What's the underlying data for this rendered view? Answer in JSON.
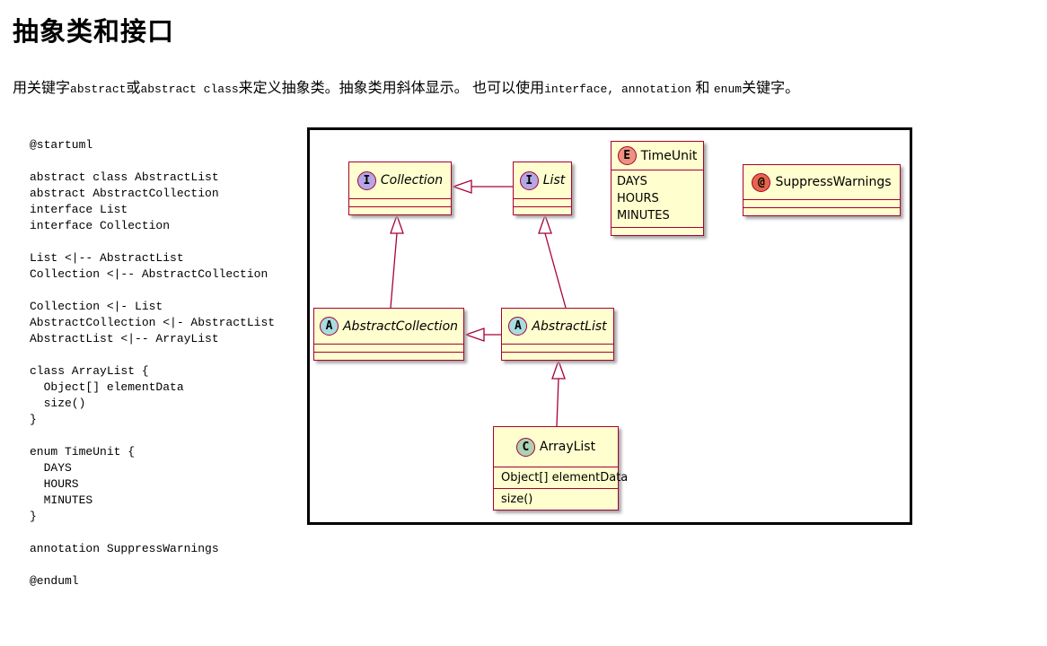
{
  "page": {
    "title": "抽象类和接口"
  },
  "intro": {
    "part1": "用关键字",
    "code1": "abstract",
    "part2": "或",
    "code2": "abstract class",
    "part3": "来定义抽象类。抽象类用斜体显示。 也可以使用",
    "code3": "interface, annotation",
    "part4": " 和 ",
    "code4": "enum",
    "part5": "关键字。"
  },
  "code": {
    "text": "@startuml\n\nabstract class AbstractList\nabstract AbstractCollection\ninterface List\ninterface Collection\n\nList <|-- AbstractList\nCollection <|-- AbstractCollection\n\nCollection <|- List\nAbstractCollection <|- AbstractList\nAbstractList <|-- ArrayList\n\nclass ArrayList {\n  Object[] elementData\n  size()\n}\n\nenum TimeUnit {\n  DAYS\n  HOURS\n  MINUTES\n}\n\nannotation SuppressWarnings\n\n@enduml"
  },
  "diagram": {
    "colors": {
      "box_fill": "#FEFECE",
      "box_border": "#A80036",
      "spot_interface": "#B4A7E5",
      "spot_abstract": "#A9DCDF",
      "spot_class": "#ADD1B2",
      "spot_enum": "#EB937F",
      "spot_annotation": "#E3664A",
      "frame_border": "#000000"
    },
    "classes": {
      "collection": {
        "spot": "I",
        "name": "Collection"
      },
      "list": {
        "spot": "I",
        "name": "List"
      },
      "timeunit": {
        "spot": "E",
        "name": "TimeUnit",
        "members": [
          "DAYS",
          "HOURS",
          "MINUTES"
        ]
      },
      "suppresswarnings": {
        "spot": "@",
        "name": "SuppressWarnings"
      },
      "abstractcollection": {
        "spot": "A",
        "name": "AbstractCollection"
      },
      "abstractlist": {
        "spot": "A",
        "name": "AbstractList"
      },
      "arraylist": {
        "spot": "C",
        "name": "ArrayList",
        "field": "Object[] elementData",
        "method": "size()"
      }
    },
    "relations": [
      "List --|> Collection",
      "AbstractCollection --|> Collection",
      "AbstractList --|> List",
      "AbstractList --|> AbstractCollection",
      "ArrayList --|> AbstractList"
    ]
  }
}
